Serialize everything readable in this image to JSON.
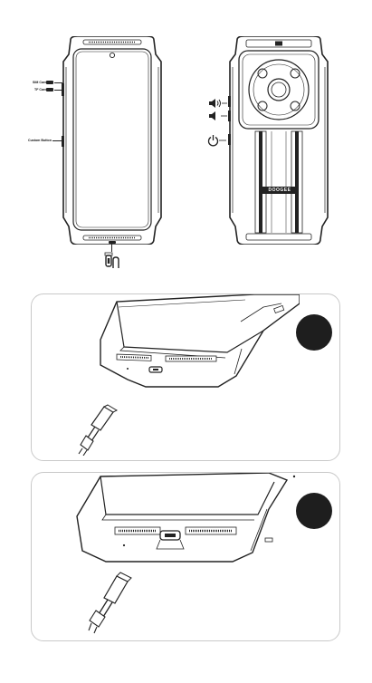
{
  "front_labels": {
    "sim_card": "SIM Card",
    "tf_card": "TF Card",
    "custom_button": "Custom Button"
  },
  "back_labels": {
    "volume_up_icon": "volume-up-icon",
    "volume_down_icon": "volume-down-icon",
    "power_icon": "power-icon"
  },
  "brand": {
    "logo_text": "DOOGEE"
  },
  "bottom_port_icon": "usb-c-port-icon",
  "steps": [
    {
      "number": ""
    },
    {
      "number": ""
    }
  ],
  "colors": {
    "line": "#222222",
    "step_circle": "#1e1e1e",
    "panel_border": "#c9c9c9"
  }
}
